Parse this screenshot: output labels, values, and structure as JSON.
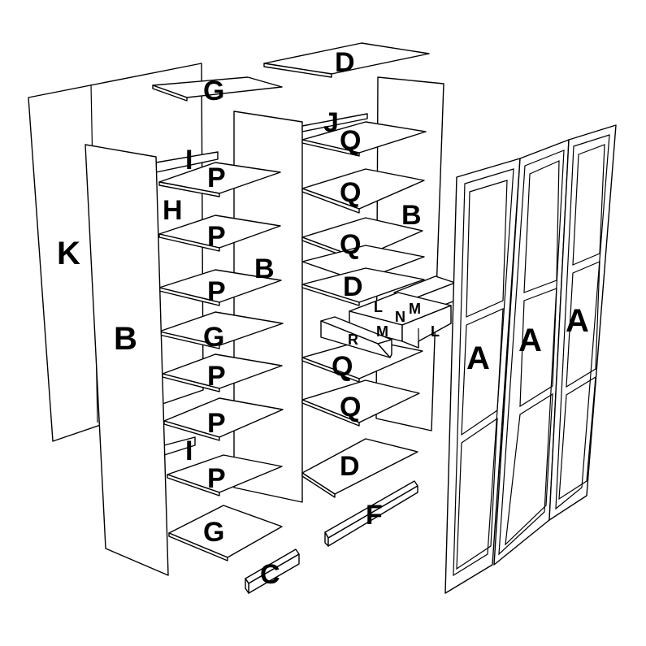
{
  "diagram": {
    "labels": {
      "k": "K",
      "b": "B",
      "g": "G",
      "h": "H",
      "i": "I",
      "p": "P",
      "d": "D",
      "j": "J",
      "q": "Q",
      "a": "A",
      "f": "F",
      "c": "C",
      "l": "L",
      "n": "N",
      "m": "M",
      "r": "R"
    }
  }
}
